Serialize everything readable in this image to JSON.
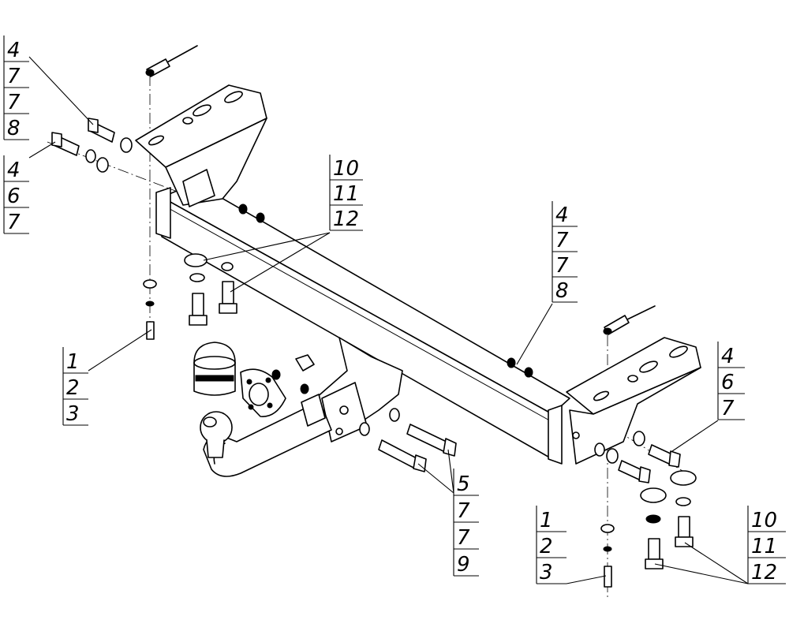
{
  "callouts": [
    {
      "id": "top-left-a",
      "numbers": [
        "4",
        "7",
        "7",
        "8"
      ]
    },
    {
      "id": "top-left-b",
      "numbers": [
        "4",
        "6",
        "7"
      ]
    },
    {
      "id": "center-top",
      "numbers": [
        "10",
        "11",
        "12"
      ]
    },
    {
      "id": "right-upper",
      "numbers": [
        "4",
        "7",
        "7",
        "8"
      ]
    },
    {
      "id": "right-mid",
      "numbers": [
        "4",
        "6",
        "7"
      ]
    },
    {
      "id": "left-lower",
      "numbers": [
        "1",
        "2",
        "3"
      ]
    },
    {
      "id": "center-bottom",
      "numbers": [
        "5",
        "7",
        "7",
        "9"
      ]
    },
    {
      "id": "bottom-right-a",
      "numbers": [
        "1",
        "2",
        "3"
      ]
    },
    {
      "id": "bottom-right-b",
      "numbers": [
        "10",
        "11",
        "12"
      ]
    }
  ]
}
